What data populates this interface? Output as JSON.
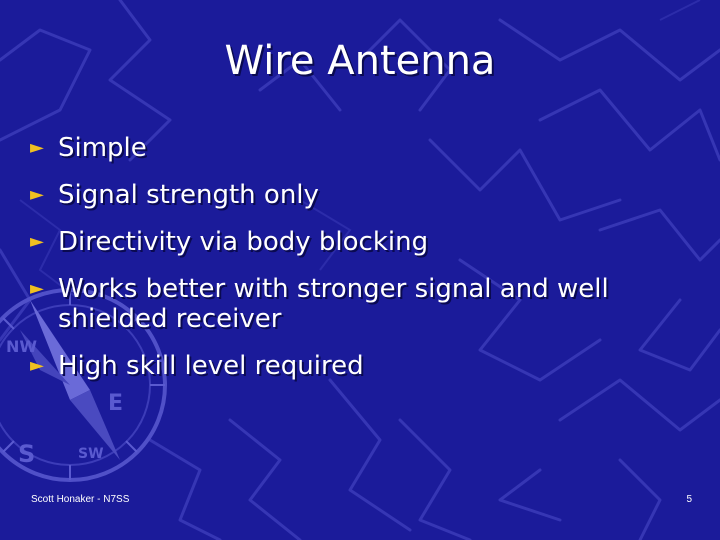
{
  "slide": {
    "title": "Wire Antenna",
    "bullet_glyph": "►",
    "bullets": [
      "Simple",
      "Signal strength only",
      "Directivity via body blocking",
      "Works better with stronger signal and well shielded receiver",
      "High skill level required"
    ],
    "footer_left": "Scott Honaker - N7SS",
    "page_number": "5"
  },
  "compass": {
    "labels": [
      "NW",
      "S",
      "SW",
      "E"
    ]
  },
  "colors": {
    "background": "#1b1b9a",
    "line_pattern": "#3a3ab8",
    "bullet_arrow": "#f0c020",
    "text": "#ffffff"
  }
}
